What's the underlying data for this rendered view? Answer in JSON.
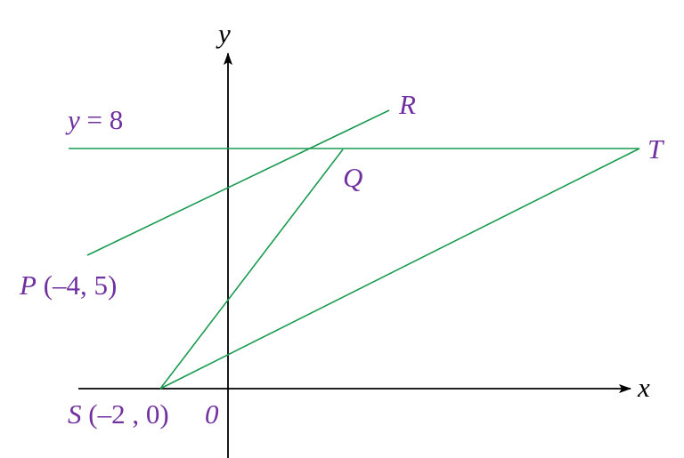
{
  "axes": {
    "x_label": "x",
    "y_label": "y",
    "origin_label": "0"
  },
  "line_label": {
    "var": "y",
    "rest": " = 8"
  },
  "points": {
    "P": {
      "name": "P",
      "coords": " (–4, 5)"
    },
    "S": {
      "name": "S",
      "coords": " (–2 , 0)"
    },
    "Q": {
      "name": "Q"
    },
    "R": {
      "name": "R"
    },
    "T": {
      "name": "T"
    }
  },
  "colors": {
    "lines": "#1a9a50",
    "labels": "#7030a0",
    "axes": "#000000"
  }
}
